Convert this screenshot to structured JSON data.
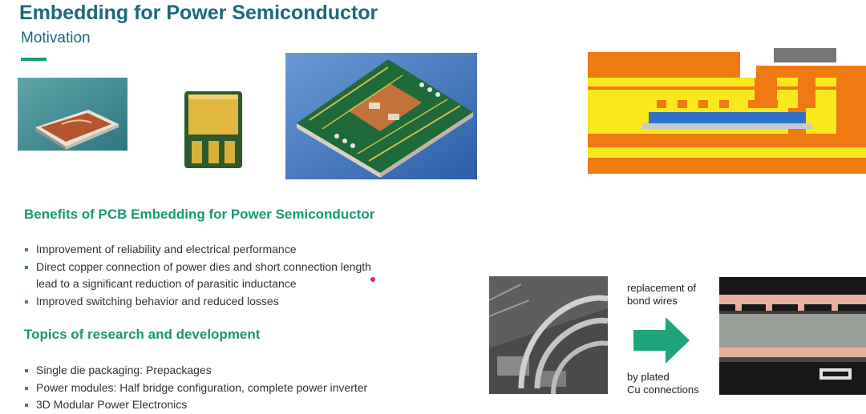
{
  "slide": {
    "title": "Embedding for Power Semiconductor",
    "subtitle": "Motivation"
  },
  "benefits": {
    "heading": "Benefits of PCB Embedding for Power Semiconductor",
    "items": [
      "Improvement of reliability and electrical performance",
      "Direct copper connection of power dies and short connection length",
      "lead to a significant reduction of parasitic inductance",
      "Improved switching behavior and reduced losses"
    ]
  },
  "topics": {
    "heading": "Topics of research and development",
    "items": [
      "Single die packaging: Prepackages",
      "Power modules: Half bridge configuration, complete power inverter",
      "3D Modular Power Electronics"
    ]
  },
  "comparison": {
    "top_caption": [
      "replacement of",
      "bond wires"
    ],
    "bottom_caption": [
      "by plated",
      "Cu connections"
    ]
  },
  "colors": {
    "title": "#1a6a7a",
    "heading": "#189a68",
    "arrow": "#1fa37a",
    "layer_orange": "#f07a12",
    "layer_yellow": "#f8e81c",
    "die_blue": "#2e73c9"
  }
}
